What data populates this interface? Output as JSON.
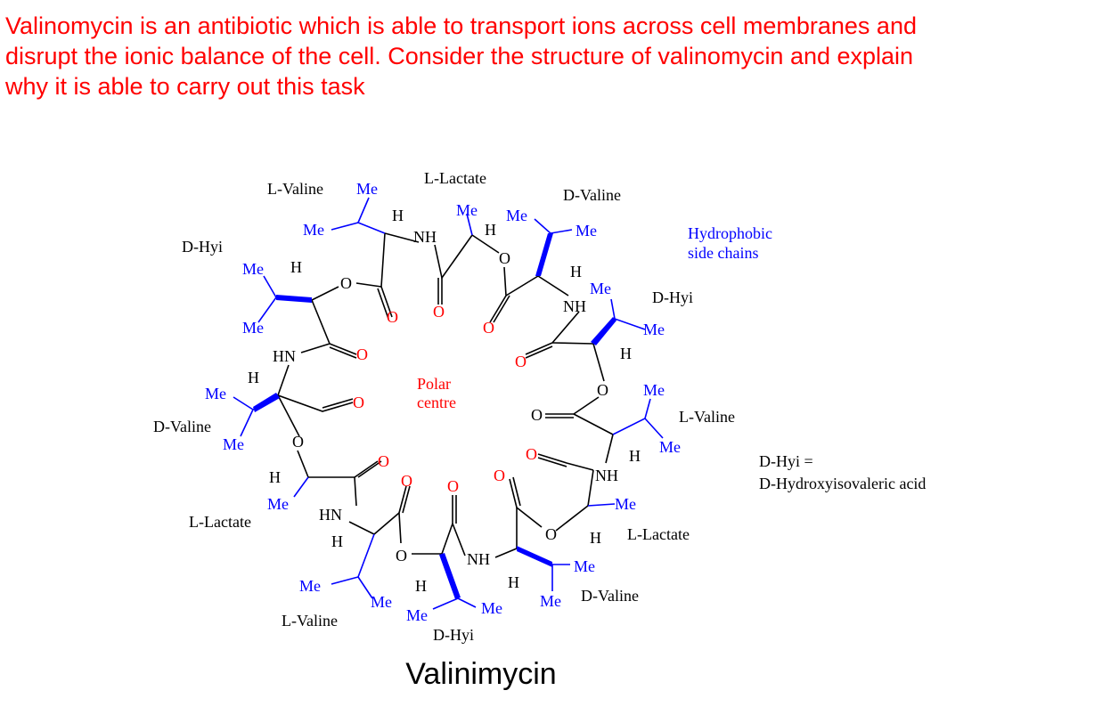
{
  "question": {
    "line1": "Valinomycin is an antibiotic which is able to transport ions across cell membranes and",
    "line2": "disrupt the ionic balance of the cell. Consider the structure of valinomycin and explain",
    "line3": "why it is able to carry out this task"
  },
  "caption": "Valinimycin",
  "structure": {
    "residues": {
      "l_valine": "L-Valine",
      "l_lactate": "L-Lactate",
      "d_valine": "D-Valine",
      "d_hyi": "D-Hyi"
    },
    "atoms": {
      "me": "Me",
      "h": "H",
      "o": "O",
      "nh": "NH",
      "hn": "HN"
    },
    "annotations": {
      "hydrophobic_line1": "Hydrophobic",
      "hydrophobic_line2": "side chains",
      "polar_line1": "Polar",
      "polar_line2": "centre"
    },
    "definition": {
      "line1": "D-Hyi =",
      "line2": "D-Hydroxyisovaleric acid"
    },
    "colors": {
      "question": "#ff0000",
      "side_chains": "#0000ff",
      "oxygens": "#ff0000",
      "backbone": "#000000"
    }
  }
}
